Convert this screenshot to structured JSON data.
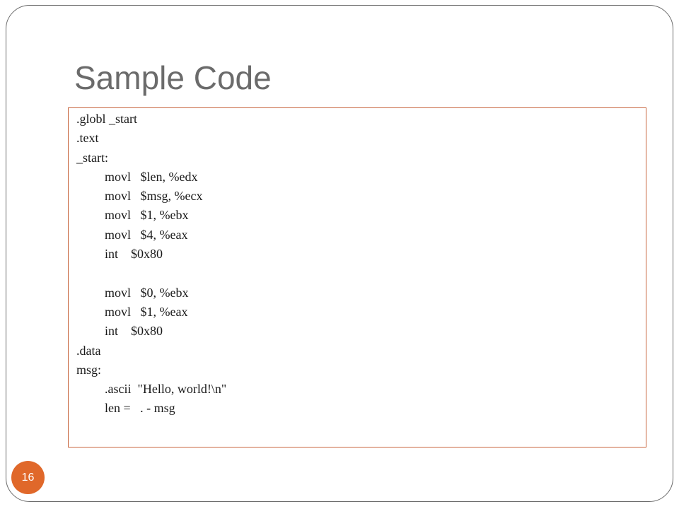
{
  "slide": {
    "title": "Sample Code",
    "page_number": "16"
  },
  "code_lines": [
    ".globl _start",
    ".text",
    "_start:",
    "movl   $len, %edx",
    "movl   $msg, %ecx",
    "movl   $1, %ebx",
    "movl   $4, %eax",
    "int    $0x80",
    "",
    "movl   $0, %ebx",
    "movl   $1, %eax",
    "int    $0x80",
    ".data",
    "msg:",
    ".ascii  \"Hello, world!\\n\"",
    "len =   . - msg"
  ],
  "colors": {
    "accent": "#e0682a",
    "box_border": "#c8663f",
    "title": "#6b6b6b"
  }
}
